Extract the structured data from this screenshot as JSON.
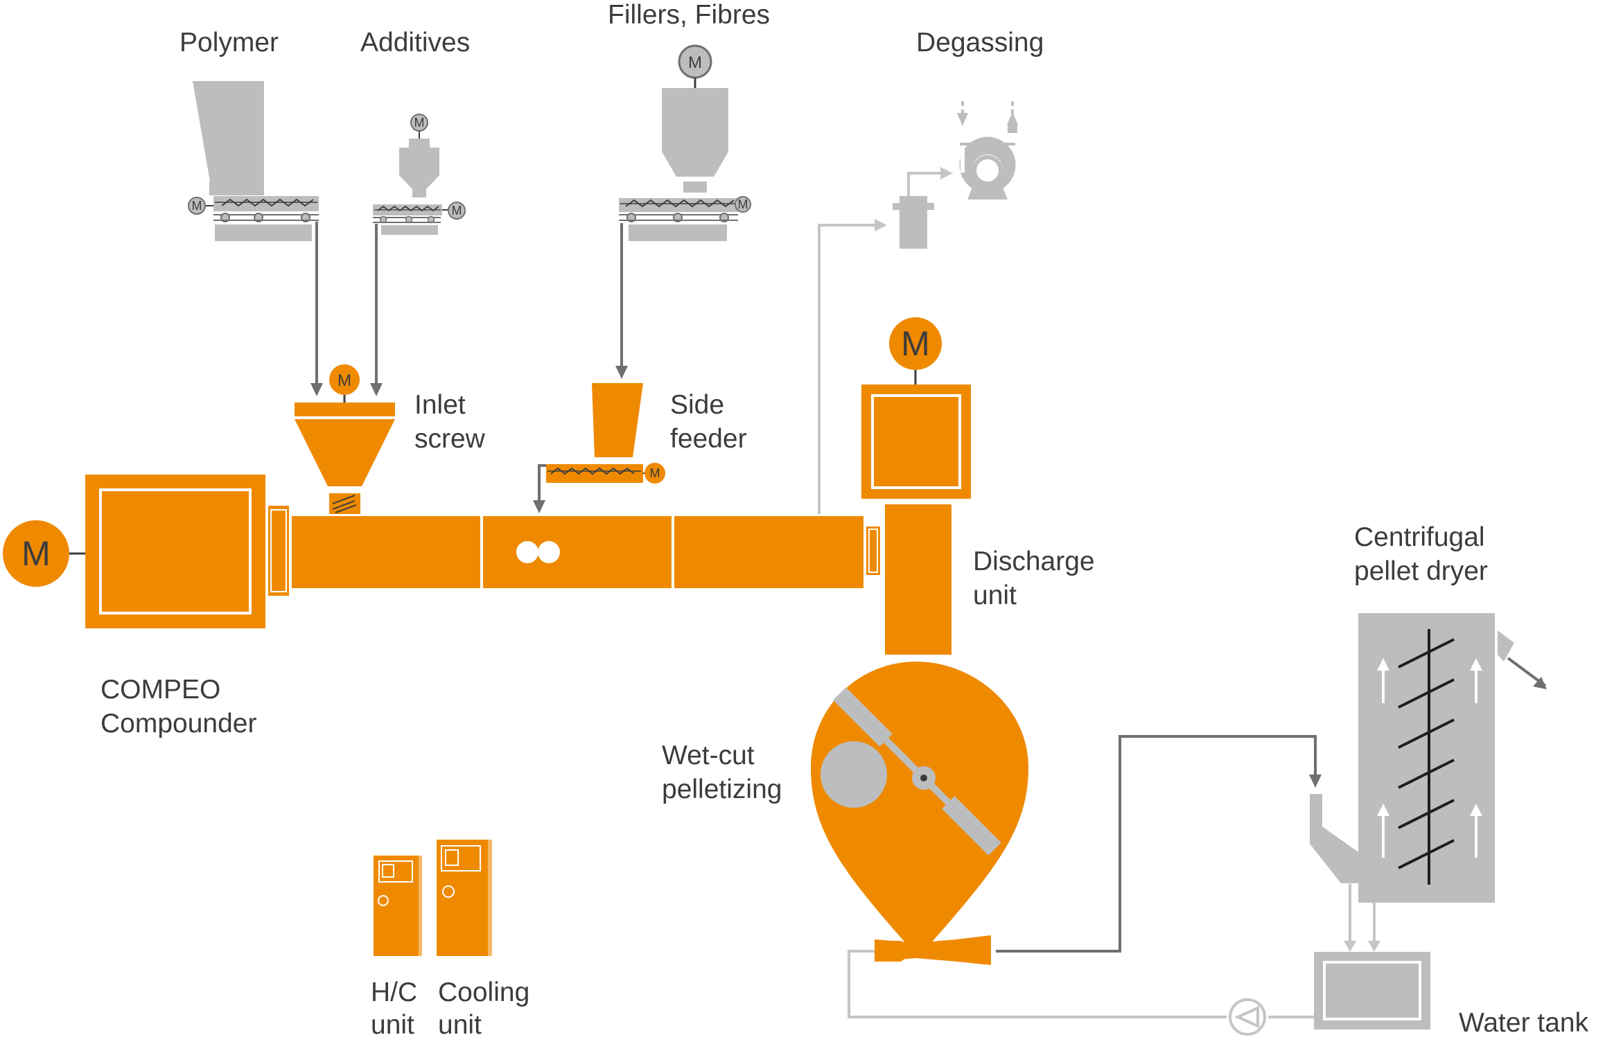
{
  "labels": {
    "polymer": "Polymer",
    "additives": "Additives",
    "fillers": "Fillers, Fibres",
    "degassing": "Degassing",
    "inlet_l1": "Inlet",
    "inlet_l2": "screw",
    "side_l1": "Side",
    "side_l2": "feeder",
    "discharge_l1": "Discharge",
    "discharge_l2": "unit",
    "dryer_l1": "Centrifugal",
    "dryer_l2": "pellet dryer",
    "compounder_l1": "COMPEO",
    "compounder_l2": "Compounder",
    "wetcut_l1": "Wet-cut",
    "wetcut_l2": "pelletizing",
    "hc_l1": "H/C",
    "hc_l2": "unit",
    "cool_l1": "Cooling",
    "cool_l2": "unit",
    "water_tank": "Water tank"
  },
  "motor_letter": "M",
  "colors": {
    "orange": "#ef8a00",
    "gray": "#bcbdbf",
    "dark_gray": "#6d6f71",
    "line_gray": "#c4c5c7",
    "text": "#3c3c3c",
    "white": "#ffffff"
  },
  "icons": [
    "motor-icon",
    "screw-conveyor-icon",
    "vacuum-pump-icon",
    "circulation-pump-icon",
    "flow-arrow-icon"
  ]
}
